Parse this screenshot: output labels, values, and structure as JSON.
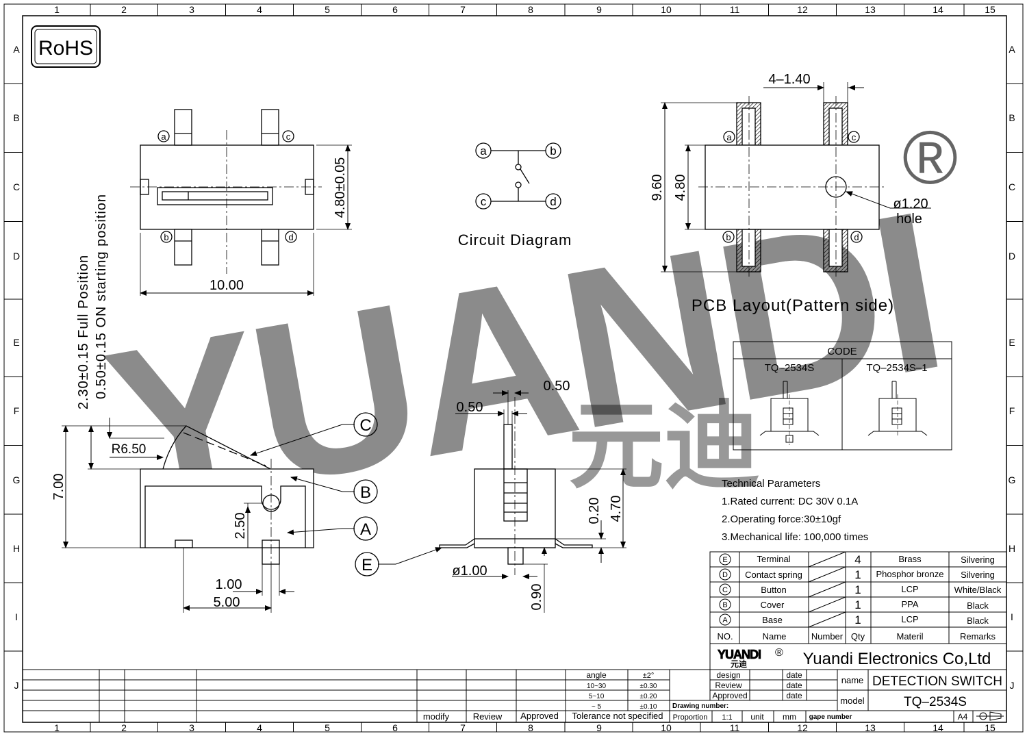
{
  "brand": {
    "rohs": "RoHS",
    "watermark": "YUANDI",
    "watermark_reg": "®",
    "logo": "YUANDI",
    "logo_reg": "®",
    "logo_cn": "元迪",
    "company": "Yuandi Electronics Co,Ltd"
  },
  "border": {
    "columns": [
      "1",
      "2",
      "3",
      "4",
      "5",
      "6",
      "7",
      "8",
      "9",
      "10",
      "11",
      "12",
      "13",
      "14",
      "15"
    ],
    "rows": [
      "A",
      "B",
      "C",
      "D",
      "E",
      "F",
      "G",
      "H",
      "I",
      "J"
    ]
  },
  "top_view": {
    "dim_width": "10.00",
    "dim_height": "4.80±0.05",
    "pin_a": "a",
    "pin_b": "b",
    "pin_c": "c",
    "pin_d": "d"
  },
  "circuit": {
    "title": "Circuit Diagram",
    "pin_a": "a",
    "pin_b": "b",
    "pin_c": "c",
    "pin_d": "d"
  },
  "pcb": {
    "title": "PCB Layout(Pattern side)",
    "dim_pad": "4–1.40",
    "dim_outer": "9.60",
    "dim_inner": "4.80",
    "dim_hole": "ø1.20",
    "hole_label": "hole",
    "pin_a": "a",
    "pin_b": "b",
    "pin_c": "c",
    "pin_d": "d"
  },
  "side_view": {
    "dim_full": "2.30±0.15 Full Position",
    "dim_on": "0.50±0.15 ON starting position",
    "dim_radius": "R6.50",
    "dim_height": "7.00",
    "dim_250": "2.50",
    "dim_100": "1.00",
    "dim_500": "5.00",
    "callout_c": "C",
    "callout_b": "B",
    "callout_a": "A"
  },
  "end_view": {
    "dim_050_top": "0.50",
    "dim_050_left": "0.50",
    "dim_020": "0.20",
    "dim_470": "4.70",
    "dim_dia": "ø1.00",
    "dim_090": "0.90",
    "callout_e": "E"
  },
  "code_table": {
    "title": "CODE",
    "col1": "TQ–2534S",
    "col2": "TQ–2534S–1"
  },
  "tech": {
    "title": "Technical Parameters",
    "line1": "1.Rated current: DC 30V 0.1A",
    "line2": "2.Operating force:30±10gf",
    "line3": "3.Mechanical life: 100,000 times"
  },
  "bom": {
    "rows": [
      {
        "no": "E",
        "name": "Terminal",
        "qty": "4",
        "material": "Brass",
        "remarks": "Silvering"
      },
      {
        "no": "D",
        "name": "Contact spring",
        "qty": "1",
        "material": "Phosphor bronze",
        "remarks": "Silvering"
      },
      {
        "no": "C",
        "name": "Button",
        "qty": "1",
        "material": "LCP",
        "remarks": "White/Black"
      },
      {
        "no": "B",
        "name": "Cover",
        "qty": "1",
        "material": "PPA",
        "remarks": "Black"
      },
      {
        "no": "A",
        "name": "Base",
        "qty": "1",
        "material": "LCP",
        "remarks": "Black"
      }
    ],
    "header": {
      "no": "NO.",
      "name": "Name",
      "number": "Number",
      "qty": "Qty",
      "material": "Materil",
      "remarks": "Remarks"
    }
  },
  "title_block": {
    "modify": "modify",
    "review": "Review",
    "approved": "Approved",
    "tol_angle": "angle",
    "tol_angle_v": "±2°",
    "tol_r1": "10~30",
    "tol_r1_v": "±0.30",
    "tol_r2": "5~10",
    "tol_r2_v": "±0.20",
    "tol_r3": "~ 5",
    "tol_r3_v": "±0.10",
    "tol_note": "Tolerance not specified",
    "design": "design",
    "review2": "Review",
    "approved2": "Approved",
    "date1": "date",
    "date2": "date",
    "date3": "date",
    "drawing_number": "Drawing number:",
    "proportion": "Proportion",
    "scale": "1:1",
    "unit": "unit",
    "mm": "mm",
    "gape_number": "gape number",
    "name_label": "name",
    "name_value": "DETECTION SWITCH",
    "model_label": "model",
    "model_value": "TQ–2534S",
    "sheet": "A4"
  }
}
